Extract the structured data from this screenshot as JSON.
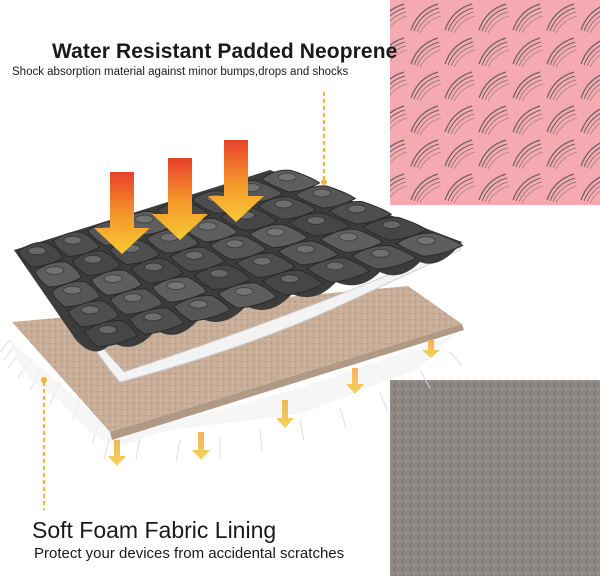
{
  "top_feature": {
    "title": "Water Resistant Padded Neoprene",
    "subtitle": "Shock absorption material against minor bumps,drops and shocks"
  },
  "bottom_feature": {
    "title": "Soft Foam Fabric Lining",
    "subtitle": "Protect your devices from accidental scratches"
  },
  "colors": {
    "accent_yellow": "#f5c242",
    "neoprene_dark": "#3b3b3b",
    "foam_tan": "#c7ad97",
    "pink_swatch": "#f3a7ad",
    "gray_swatch": "#8e8983"
  }
}
